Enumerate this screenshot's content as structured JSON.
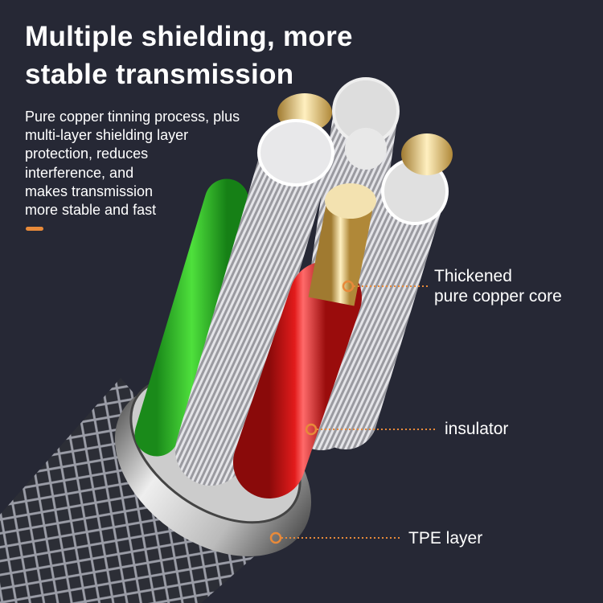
{
  "heading": {
    "lines": [
      "Multiple shielding, more",
      "stable transmission"
    ]
  },
  "description": {
    "lines": [
      "Pure copper tinning process, plus",
      "multi-layer shielding layer",
      "protection, reduces",
      "interference, and",
      "makes transmission",
      "more stable and fast"
    ]
  },
  "callouts": [
    {
      "lines": [
        "Thickened",
        "pure copper core"
      ]
    },
    {
      "lines": [
        "insulator"
      ]
    },
    {
      "lines": [
        "TPE layer"
      ]
    }
  ],
  "colors": {
    "background": "#262835",
    "accent": "#e88a3a",
    "text": "#ffffff"
  }
}
